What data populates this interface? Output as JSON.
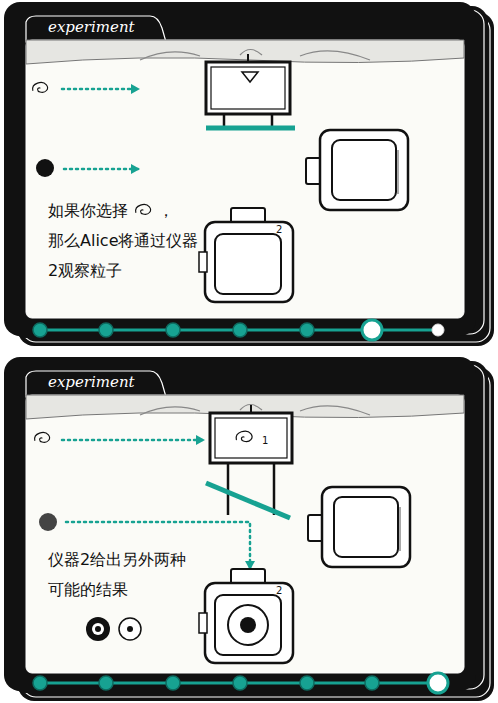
{
  "diagram": {
    "labels": [
      "experiment",
      "如果你选择",
      "，",
      "那么Alice将通过仪器2观察粒子",
      "2",
      "experiment",
      "1",
      "2",
      "仪器2给出另外两种可能的结果"
    ]
  }
}
